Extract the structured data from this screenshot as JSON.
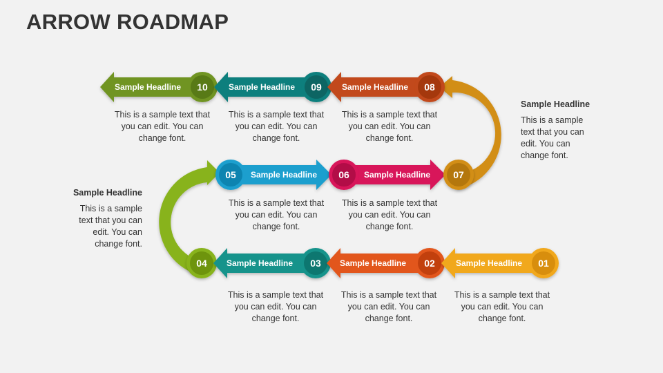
{
  "title": "ARROW ROADMAP",
  "steps": [
    {
      "num": "01",
      "headline": "Sample Headline",
      "text": "This is a sample text that you can edit. You can change font.",
      "color": "#f1a81e",
      "circle": "#d88e0e"
    },
    {
      "num": "02",
      "headline": "Sample Headline",
      "text": "This is a sample text that you can edit. You can change font.",
      "color": "#e2561f",
      "circle": "#c2410f"
    },
    {
      "num": "03",
      "headline": "Sample Headline",
      "text": "This is a sample text that you can edit. You can change font.",
      "color": "#15938b",
      "circle": "#0d7770"
    },
    {
      "num": "04",
      "headline": "Sample Headline",
      "text": "This is a sample text that you can edit. You can change font.",
      "color": "#88b31c",
      "circle": "#6e940f"
    },
    {
      "num": "05",
      "headline": "Sample Headline",
      "text": "This is a sample text that you can edit. You can change font.",
      "color": "#1b9fce",
      "circle": "#0c84b0"
    },
    {
      "num": "06",
      "headline": "Sample Headline",
      "text": "This is a sample text that you can edit. You can change font.",
      "color": "#d8125a",
      "circle": "#b20747"
    },
    {
      "num": "07",
      "headline": "Sample Headline",
      "text": "This is a sample text that you can edit. You can change font.",
      "color": "#d28e18",
      "circle": "#b4770c"
    },
    {
      "num": "08",
      "headline": "Sample Headline",
      "text": "This is a sample text that you can edit. You can change font.",
      "color": "#c24a1a",
      "circle": "#a5390c"
    },
    {
      "num": "09",
      "headline": "Sample Headline",
      "text": "This is a sample text that you can edit. You can change font.",
      "color": "#107f7d",
      "circle": "#0a6563"
    },
    {
      "num": "10",
      "headline": "Sample Headline",
      "text": "This is a sample text that you can edit. You can change font.",
      "color": "#6f9423",
      "circle": "#587a14"
    }
  ]
}
